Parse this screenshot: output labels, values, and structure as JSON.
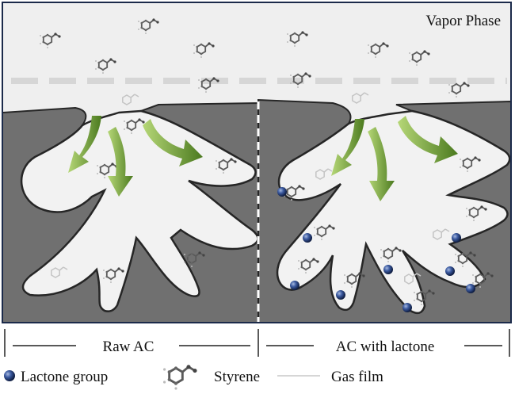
{
  "vapor_label": "Vapor Phase",
  "panels": [
    {
      "label": "Raw AC"
    },
    {
      "label": "AC with lactone"
    }
  ],
  "legend": {
    "lactone": "Lactone group",
    "styrene": "Styrene",
    "gas_film": "Gas film"
  },
  "colors": {
    "vapor_bg": "#efefef",
    "carbon": "#707070",
    "pore": "#f2f2f2",
    "outline": "#262626",
    "gas_film": "#d6d6d6",
    "arrow_light": "#9dc55a",
    "arrow_dark": "#4b7a1f",
    "lactone": "#24407a",
    "frame": "#1b2a4a"
  },
  "icons": {
    "molecule": "styrene-molecule-icon",
    "lactone": "lactone-sphere-icon",
    "arrow": "diffusion-arrow-icon"
  }
}
